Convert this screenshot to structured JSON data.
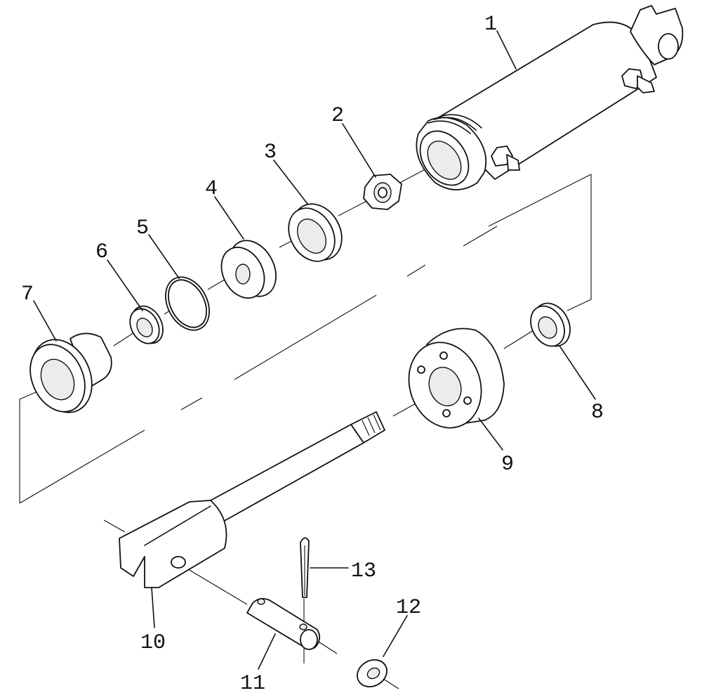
{
  "diagram": {
    "callouts": [
      {
        "id": "1",
        "label": "1"
      },
      {
        "id": "2",
        "label": "2"
      },
      {
        "id": "3",
        "label": "3"
      },
      {
        "id": "4",
        "label": "4"
      },
      {
        "id": "5",
        "label": "5"
      },
      {
        "id": "6",
        "label": "6"
      },
      {
        "id": "7",
        "label": "7"
      },
      {
        "id": "8",
        "label": "8"
      },
      {
        "id": "9",
        "label": "9"
      },
      {
        "id": "10",
        "label": "10"
      },
      {
        "id": "11",
        "label": "11"
      },
      {
        "id": "12",
        "label": "12"
      },
      {
        "id": "13",
        "label": "13"
      }
    ],
    "parts": [
      {
        "callout": "1",
        "icon": "cylinder-barrel-icon"
      },
      {
        "callout": "2",
        "icon": "hex-nut-icon"
      },
      {
        "callout": "3",
        "icon": "piston-ring-icon"
      },
      {
        "callout": "4",
        "icon": "piston-icon"
      },
      {
        "callout": "5",
        "icon": "o-ring-icon"
      },
      {
        "callout": "6",
        "icon": "washer-icon"
      },
      {
        "callout": "7",
        "icon": "gland-icon"
      },
      {
        "callout": "8",
        "icon": "wiper-seal-icon"
      },
      {
        "callout": "9",
        "icon": "end-cap-icon"
      },
      {
        "callout": "10",
        "icon": "rod-clevis-icon"
      },
      {
        "callout": "11",
        "icon": "clevis-pin-icon"
      },
      {
        "callout": "12",
        "icon": "flat-washer-icon"
      },
      {
        "callout": "13",
        "icon": "cotter-pin-icon"
      }
    ]
  }
}
